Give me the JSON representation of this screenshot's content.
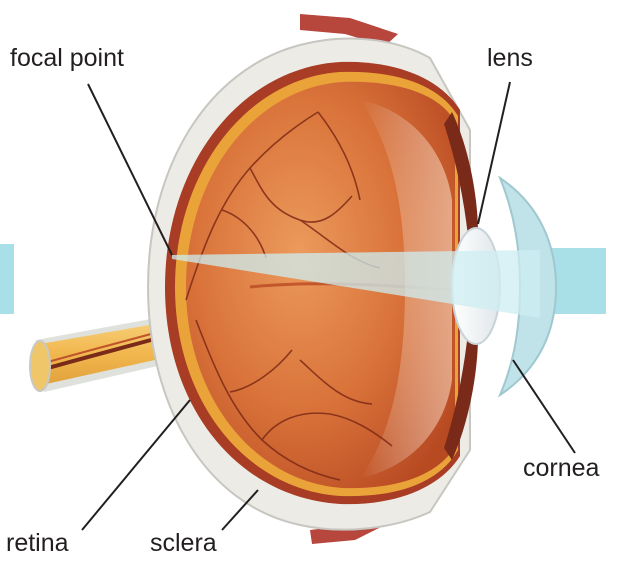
{
  "labels": {
    "focal_point": "focal point",
    "lens": "lens",
    "cornea": "cornea",
    "retina": "retina",
    "sclera": "sclera"
  },
  "colors": {
    "light_beam": "#a9dfe6",
    "vitreous": "#d9733a",
    "vitreous_dark": "#b84a22",
    "sclera": "#ecebe6",
    "retina_rim": "#e9a339",
    "choroid": "#a83c24",
    "lens": "#f2f4f6",
    "cornea": "#bfe3e8",
    "optic_nerve": "#f2b850",
    "leader_line": "#231f20",
    "label_text": "#231f20"
  }
}
